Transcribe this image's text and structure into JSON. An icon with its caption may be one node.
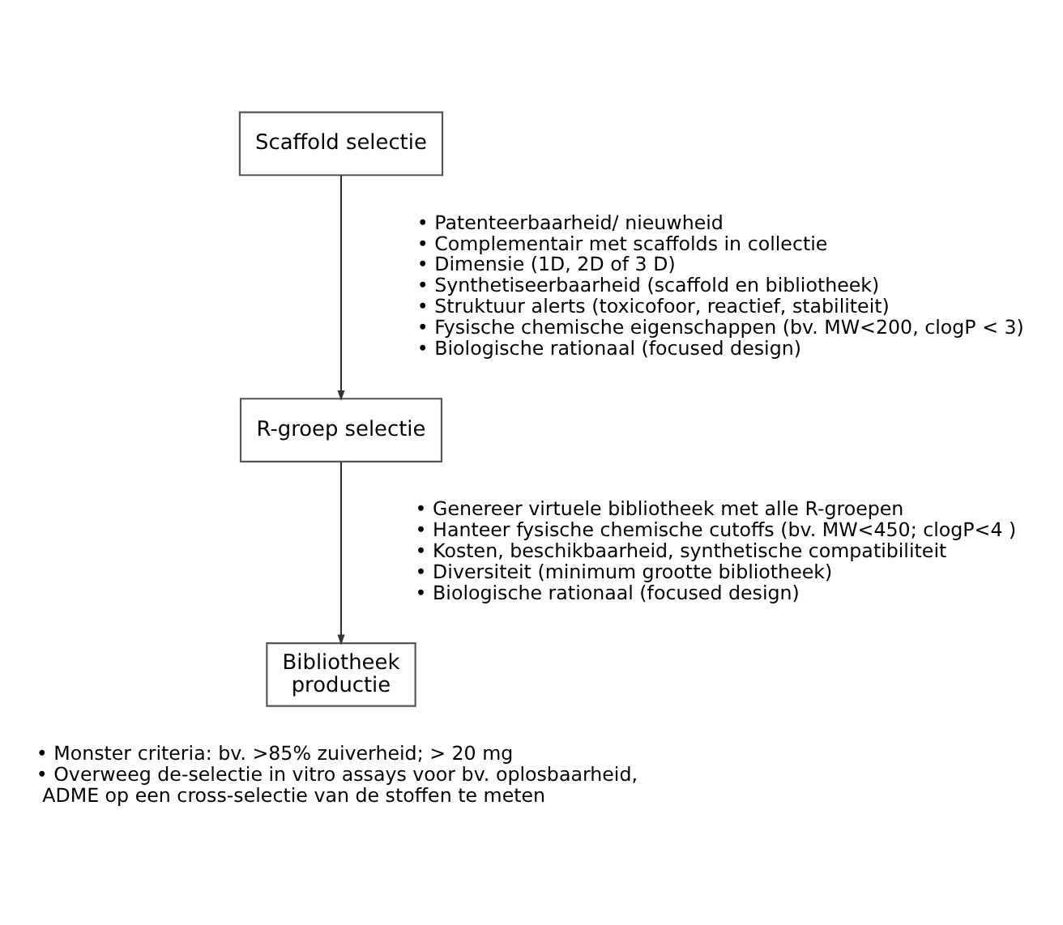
{
  "diagram": {
    "nodes": [
      {
        "text": [
          "Scaffold selectie"
        ],
        "beside": [
          "• Patenteerbaarheid/ nieuwheid",
          "• Complementair met scaffolds in collectie",
          "• Dimensie (1D, 2D of 3 D)",
          "• Synthetiseerbaarheid (scaffold en bibliotheek)",
          "• Struktuur alerts (toxicofoor, reactief, stabiliteit)",
          "• Fysische chemische eigenschappen (bv. MW<200, clogP < 3)",
          "• Biologische rationaal (focused design)"
        ]
      },
      {
        "text": [
          "R-groep selectie"
        ],
        "beside": [
          "• Genereer virtuele bibliotheek met alle R-groepen",
          "• Hanteer fysische chemische cutoffs (bv. MW<450; clogP<4 )",
          "• Kosten, beschikbaarheid, synthetische compatibiliteit",
          "• Diversiteit (minimum grootte bibliotheek)",
          "• Biologische rationaal (focused design)"
        ]
      },
      {
        "text": [
          "Bibliotheek productie"
        ],
        "beside": [
          "• Monster criteria: bv. >85% zuiverheid; > 20 mg",
          "• Overweeg de-selectie in vitro assays voor bv. oplosbaarheid, ADME op een cross-selectie van de stoffen te meten"
        ]
      }
    ],
    "edges": [
      {
        "from": 0,
        "to": 1,
        "arrow": "to"
      },
      {
        "from": 1,
        "to": 2,
        "arrow": "to"
      }
    ]
  }
}
